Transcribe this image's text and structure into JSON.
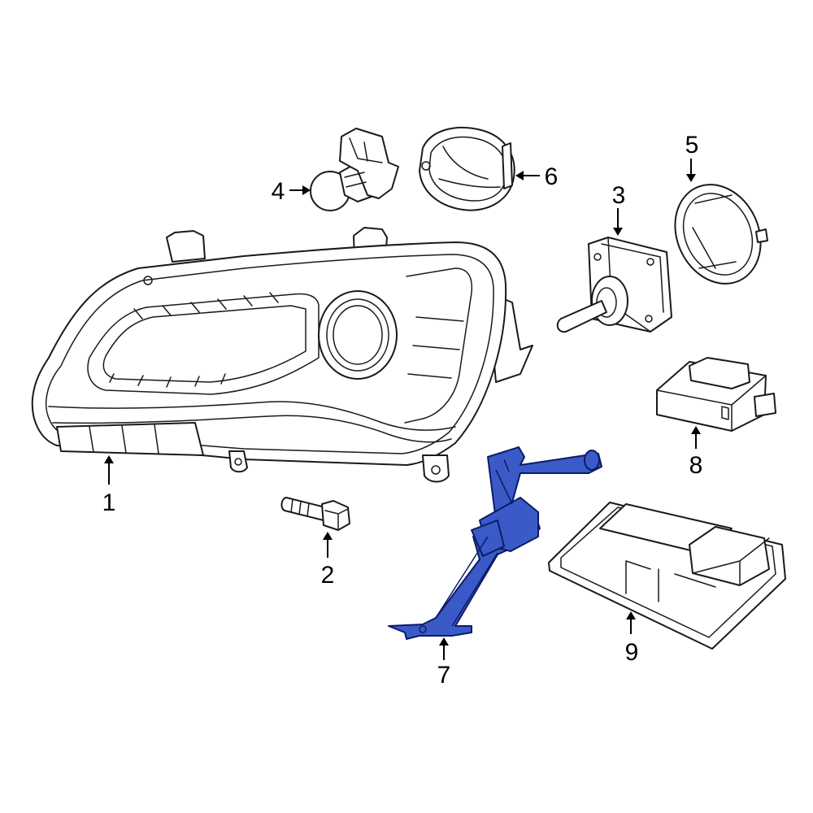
{
  "diagram": {
    "highlight_color": "#3a5bc7",
    "highlight_stroke": "#0d1a66",
    "callouts": [
      {
        "id": "1",
        "label": "1",
        "part": "headlamp-assembly"
      },
      {
        "id": "2",
        "label": "2",
        "part": "mounting-bolt"
      },
      {
        "id": "3",
        "label": "3",
        "part": "hid-bulb-igniter"
      },
      {
        "id": "4",
        "label": "4",
        "part": "bulb-socket"
      },
      {
        "id": "5",
        "label": "5",
        "part": "access-cover-ring"
      },
      {
        "id": "6",
        "label": "6",
        "part": "access-cover"
      },
      {
        "id": "7",
        "label": "7",
        "part": "leveling-sensor-bracket"
      },
      {
        "id": "8",
        "label": "8",
        "part": "control-module"
      },
      {
        "id": "9",
        "label": "9",
        "part": "ballast-module"
      }
    ]
  }
}
